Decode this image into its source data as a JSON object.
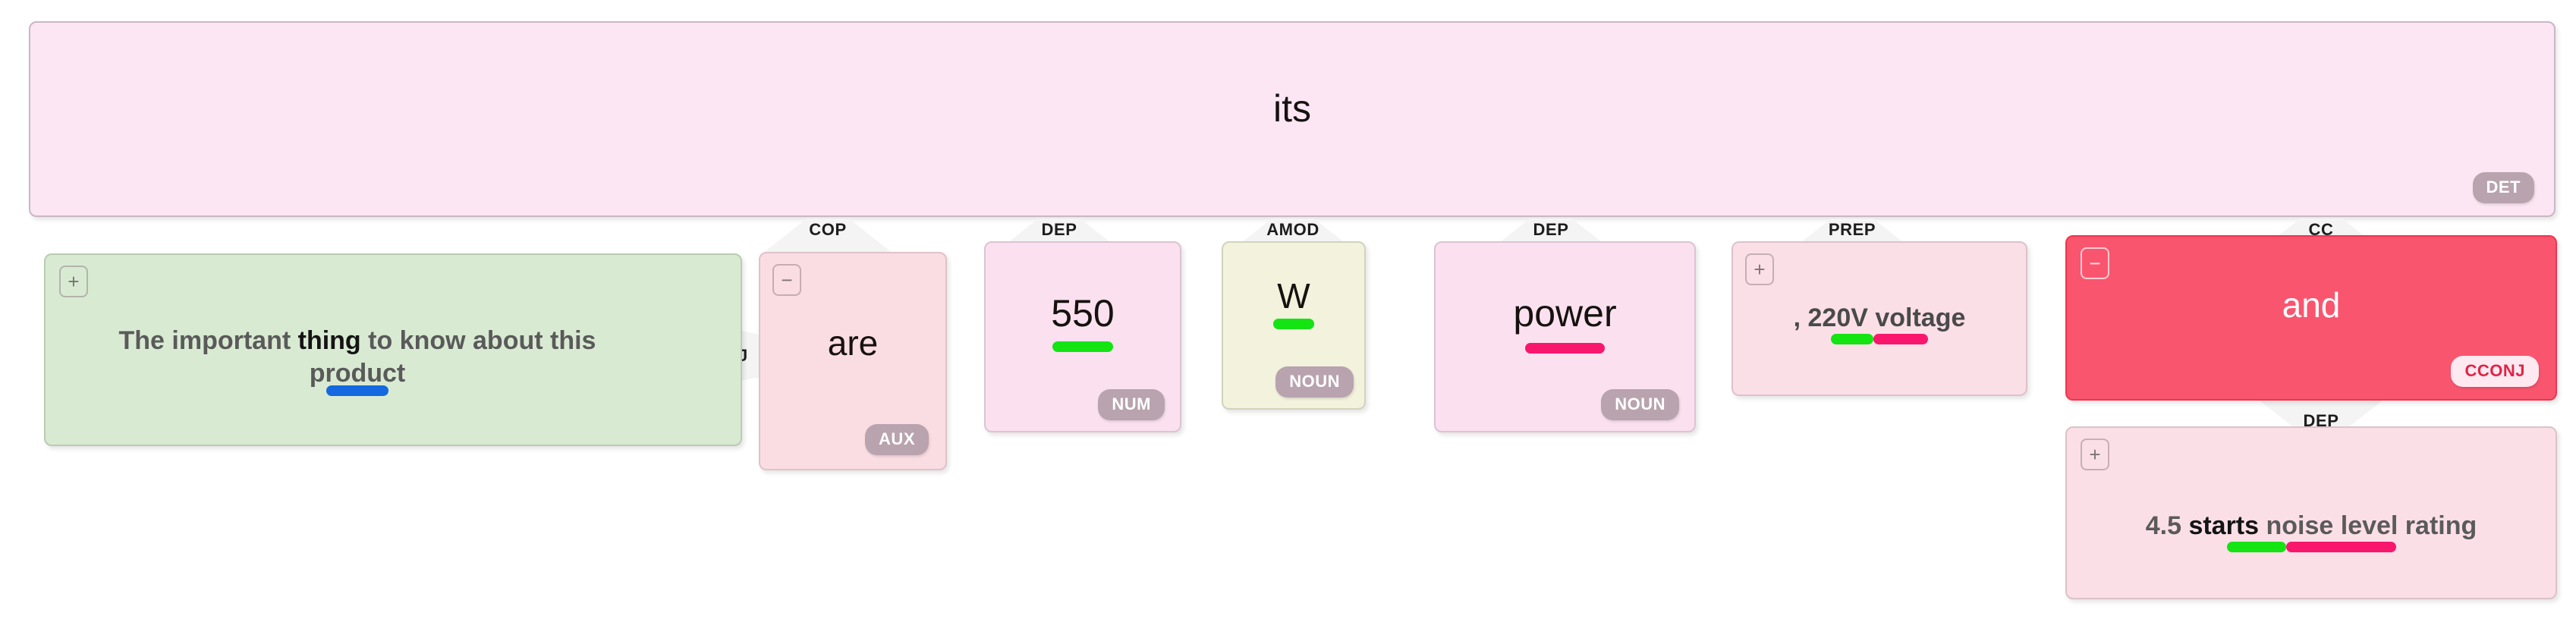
{
  "root": {
    "text": "its",
    "pos": "DET"
  },
  "connectors": {
    "nsubj": "NSUBJ",
    "cop": "COP",
    "dep_550": "DEP",
    "amod": "AMOD",
    "dep_power": "DEP",
    "prep": "PREP",
    "cc": "CC",
    "dep_rating": "DEP"
  },
  "buttons": {
    "expand": "+",
    "collapse": "−"
  },
  "cards": [
    {
      "id": "phrase-thing",
      "text_parts": [
        {
          "t": "The important ",
          "style": "dim"
        },
        {
          "t": "thing",
          "style": "bold"
        },
        {
          "t": " to know about this product",
          "style": "dim"
        }
      ],
      "plain_text": "The important thing to know about this product",
      "pos": "",
      "toggle": "+",
      "spans": [
        {
          "color": "blue",
          "width": 82
        }
      ]
    },
    {
      "id": "are",
      "plain_text": "are",
      "pos": "AUX",
      "toggle": "−",
      "spans": []
    },
    {
      "id": "num-550",
      "plain_text": "550",
      "pos": "NUM",
      "toggle": "",
      "spans": [
        {
          "color": "green",
          "width": 80
        }
      ]
    },
    {
      "id": "unit-w",
      "plain_text": "W",
      "pos": "NOUN",
      "toggle": "",
      "spans": [
        {
          "color": "green",
          "width": 54
        }
      ]
    },
    {
      "id": "power",
      "plain_text": "power",
      "pos": "NOUN",
      "toggle": "",
      "spans": [
        {
          "color": "pink",
          "width": 105
        }
      ]
    },
    {
      "id": "voltage",
      "plain_text": ", 220V voltage",
      "pos": "",
      "toggle": "+",
      "spans": [
        {
          "color": "green",
          "width": 56
        },
        {
          "color": "pink",
          "width": 72
        }
      ]
    },
    {
      "id": "and",
      "plain_text": "and",
      "pos": "CCONJ",
      "toggle": "−",
      "spans": []
    },
    {
      "id": "rating",
      "text_parts": [
        {
          "t": "4.5 ",
          "style": "dim"
        },
        {
          "t": "starts",
          "style": "bold"
        },
        {
          "t": " noise level rating",
          "style": "dim"
        }
      ],
      "plain_text": "4.5 starts noise level rating",
      "pos": "",
      "toggle": "+",
      "spans": [
        {
          "color": "green",
          "width": 78
        },
        {
          "color": "pink",
          "width": 145
        }
      ]
    }
  ],
  "colors": {
    "root_bg": "#fce6f4",
    "selected_bg": "#f9556f",
    "span_blue": "#1569e0",
    "span_green": "#13e412",
    "span_pink": "#f9176e",
    "badge_bg": "#b8a3ae"
  }
}
